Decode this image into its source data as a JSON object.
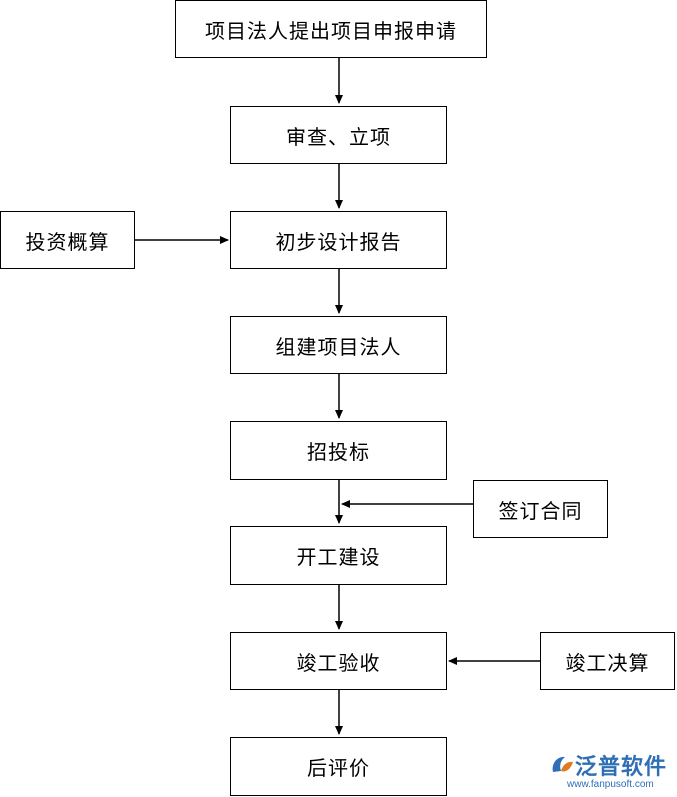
{
  "flow": {
    "apply": "项目法人提出项目申报申请",
    "review": "审查、立项",
    "prelim_design": "初步设计报告",
    "set_up_legal": "组建项目法人",
    "bidding": "招投标",
    "construction": "开工建设",
    "acceptance": "竣工验收",
    "post_eval": "后评价"
  },
  "inputs": {
    "budget": "投资概算",
    "contract": "签订合同",
    "final_accounts": "竣工决算"
  },
  "watermark": {
    "brand": "泛普软件",
    "url": "www.fanpusoft.com",
    "color": "#2f6fb5"
  }
}
